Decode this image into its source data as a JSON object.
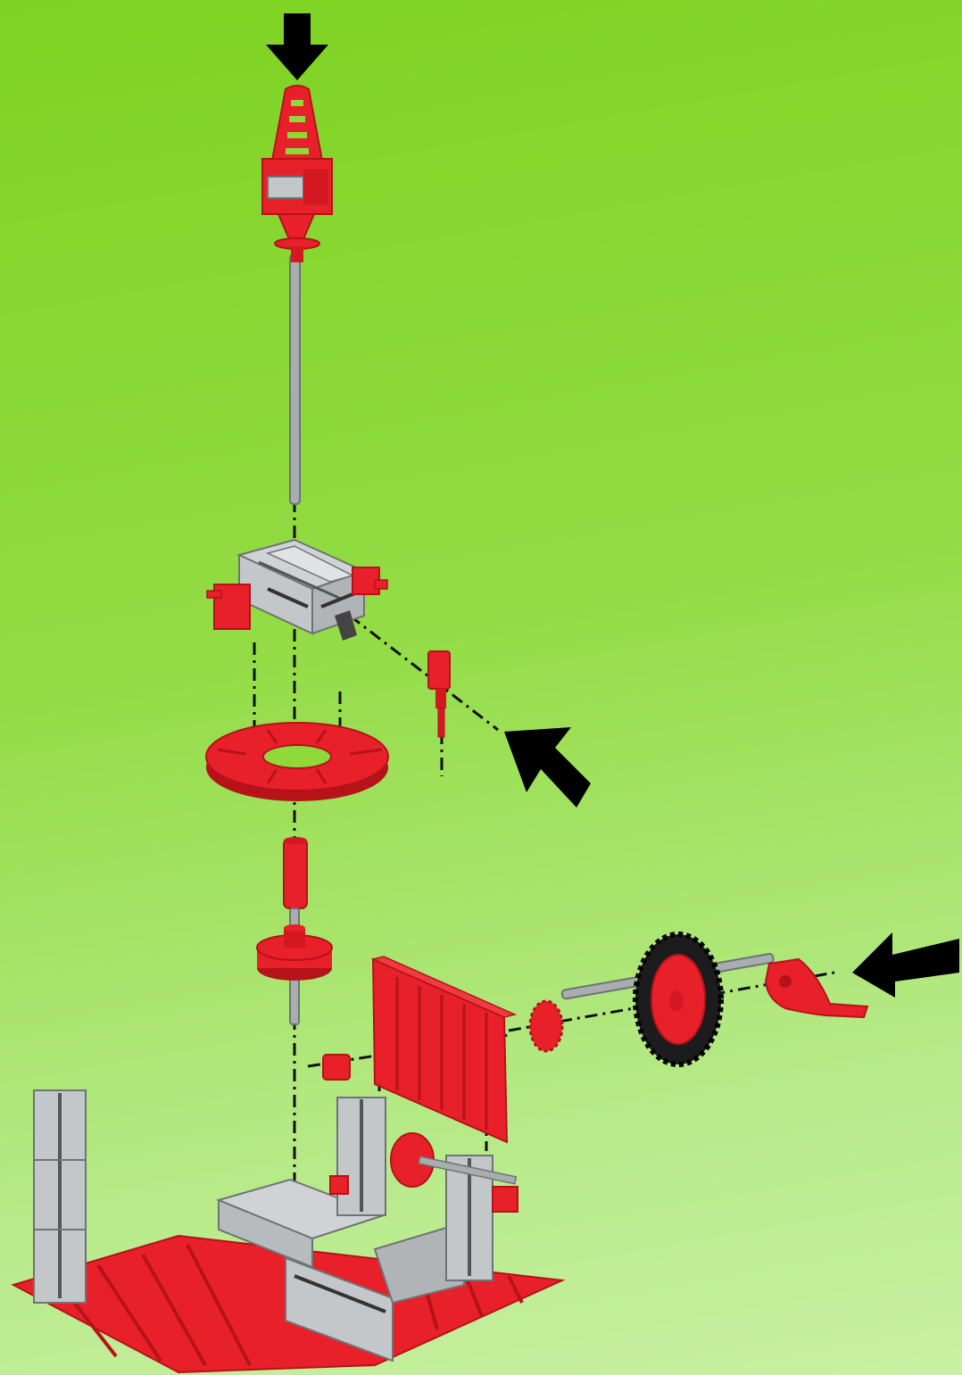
{
  "colors": {
    "part_red": "#e8202a",
    "part_red_dark": "#b5121a",
    "part_gray": "#c4c7c9",
    "part_gray_dark": "#6f7375",
    "axle": "#a9adb0",
    "tire": "#1c1c1c",
    "arrow": "#000000",
    "guide_line": "#111111"
  },
  "parts": [
    {
      "id": "tip-clip",
      "icon": "ladder-clip"
    },
    {
      "id": "top-block",
      "icon": "building-block"
    },
    {
      "id": "long-axle",
      "icon": "metal-axle"
    },
    {
      "id": "cross-block",
      "icon": "cross-connector"
    },
    {
      "id": "side-peg",
      "icon": "peg-connector"
    },
    {
      "id": "turntable-ring",
      "icon": "ring-disc"
    },
    {
      "id": "spacer",
      "icon": "sleeve"
    },
    {
      "id": "hub",
      "icon": "hub-nut"
    },
    {
      "id": "plate",
      "icon": "building-plate"
    },
    {
      "id": "wheel-assembly",
      "icon": "wheel-with-tire"
    },
    {
      "id": "crank-lever",
      "icon": "crank"
    },
    {
      "id": "base-frame",
      "icon": "base-plate"
    }
  ],
  "arrows": [
    {
      "id": "arrow-top",
      "direction": "down"
    },
    {
      "id": "arrow-middle",
      "direction": "up-left"
    },
    {
      "id": "arrow-right",
      "direction": "left"
    }
  ]
}
